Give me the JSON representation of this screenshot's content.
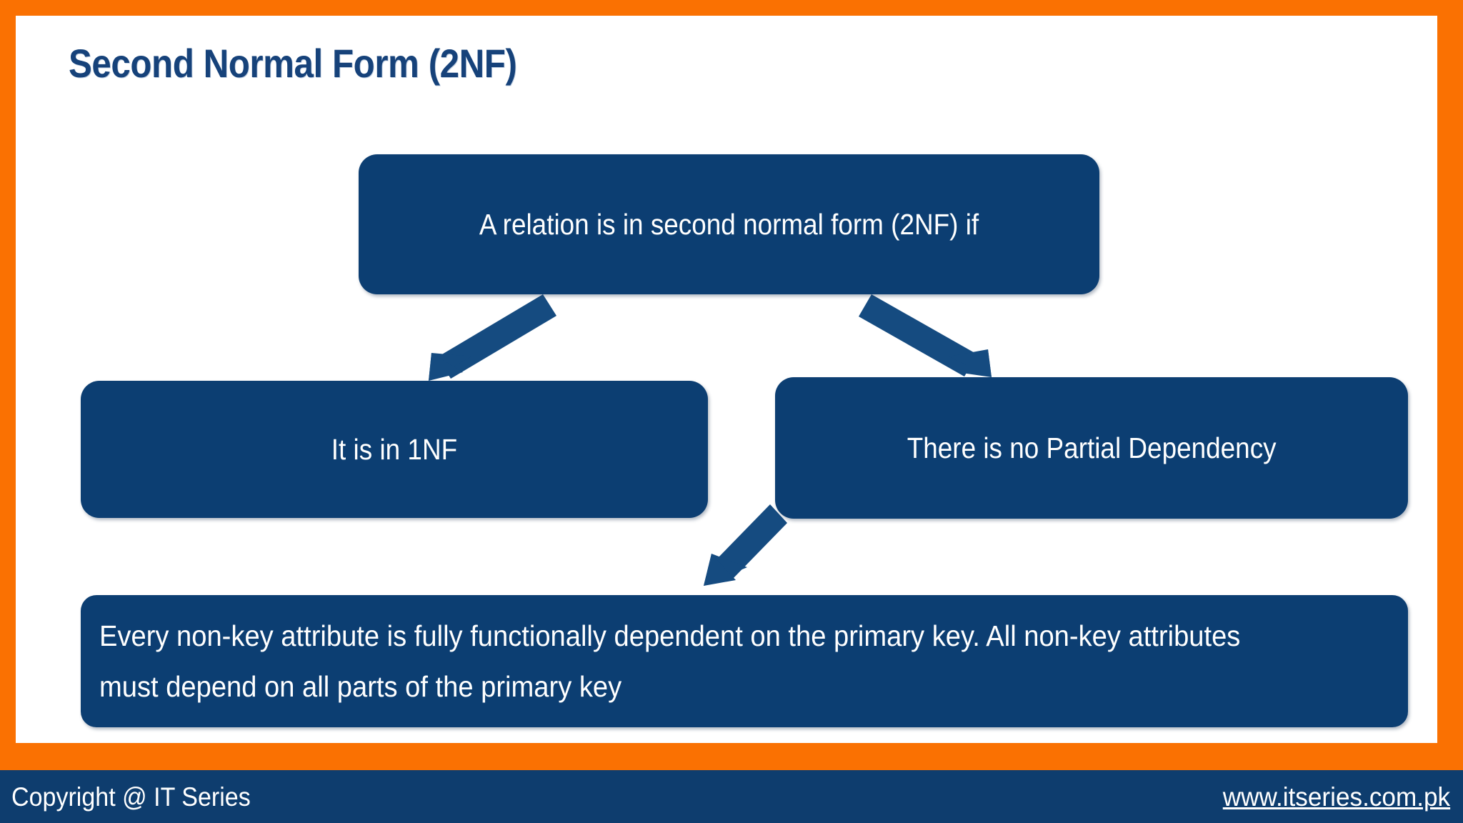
{
  "slide": {
    "title": "Second Normal Form (2NF)",
    "accent_orange": "#fa7102",
    "accent_navy": "#0c3e72",
    "background": "#ffffff"
  },
  "diagram": {
    "type": "flowchart",
    "nodes": [
      {
        "id": "root",
        "label": "A relation is in second normal form (2NF) if"
      },
      {
        "id": "1nf",
        "label": "It is in 1NF"
      },
      {
        "id": "partial",
        "label": "There is no Partial Dependency"
      },
      {
        "id": "detail",
        "label": "Every non-key attribute is fully functionally dependent on the primary key. All non-key attributes must depend on all parts of the primary key"
      }
    ],
    "edges": [
      {
        "from": "root",
        "to": "1nf"
      },
      {
        "from": "root",
        "to": "partial"
      },
      {
        "from": "partial",
        "to": "detail"
      }
    ]
  },
  "footer": {
    "copyright": "Copyright @ IT Series",
    "website": "www.itseries.com.pk"
  }
}
